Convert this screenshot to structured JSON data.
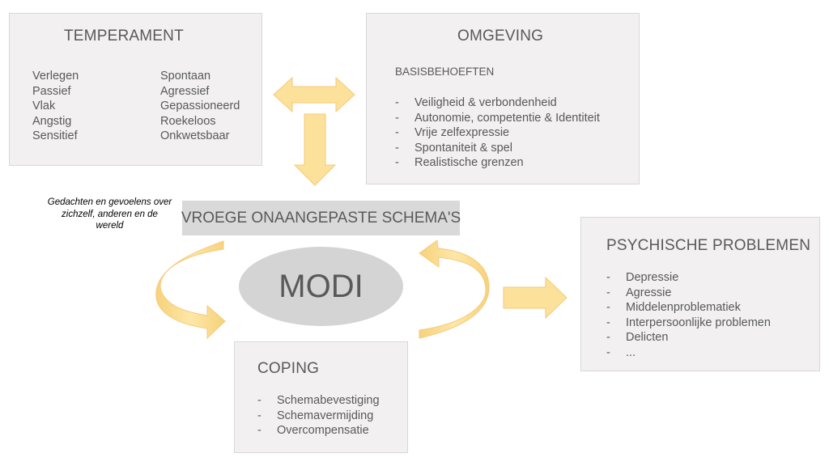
{
  "temperament": {
    "title": "TEMPERAMENT",
    "left": [
      "Verlegen",
      "Passief",
      "Vlak",
      "Angstig",
      "Sensitief"
    ],
    "right": [
      "Spontaan",
      "Agressief",
      "Gepassioneerd",
      "Roekeloos",
      "Onkwetsbaar"
    ]
  },
  "omgeving": {
    "title": "OMGEVING",
    "subtitle": "BASISBEHOEFTEN",
    "items": [
      "Veiligheid & verbondenheid",
      "Autonomie, competentie & Identiteit",
      "Vrije zelfexpressie",
      "Spontaniteit & spel",
      "Realistische grenzen"
    ]
  },
  "schemas": {
    "label": "VROEGE ONAANGEPASTE SCHEMA'S"
  },
  "note": {
    "text": "Gedachten en gevoelens over zichzelf, anderen en de wereld"
  },
  "modi": {
    "label": "MODI"
  },
  "coping": {
    "title": "COPING",
    "items": [
      "Schemabevestiging",
      "Schemavermijding",
      "Overcompensatie"
    ]
  },
  "psychische": {
    "title": "PSYCHISCHE PROBLEMEN",
    "items": [
      "Depressie",
      "Agressie",
      "Middelenproblematiek",
      "Interpersoonlijke problemen",
      "Delicten",
      "..."
    ]
  },
  "list_dash": "-",
  "colors": {
    "arrow": "#fce19a",
    "arrow_stroke": "#f6c660",
    "box": "#f2f0f1",
    "ellipse": "#d4d4d4",
    "banner": "#d9d9d9"
  }
}
